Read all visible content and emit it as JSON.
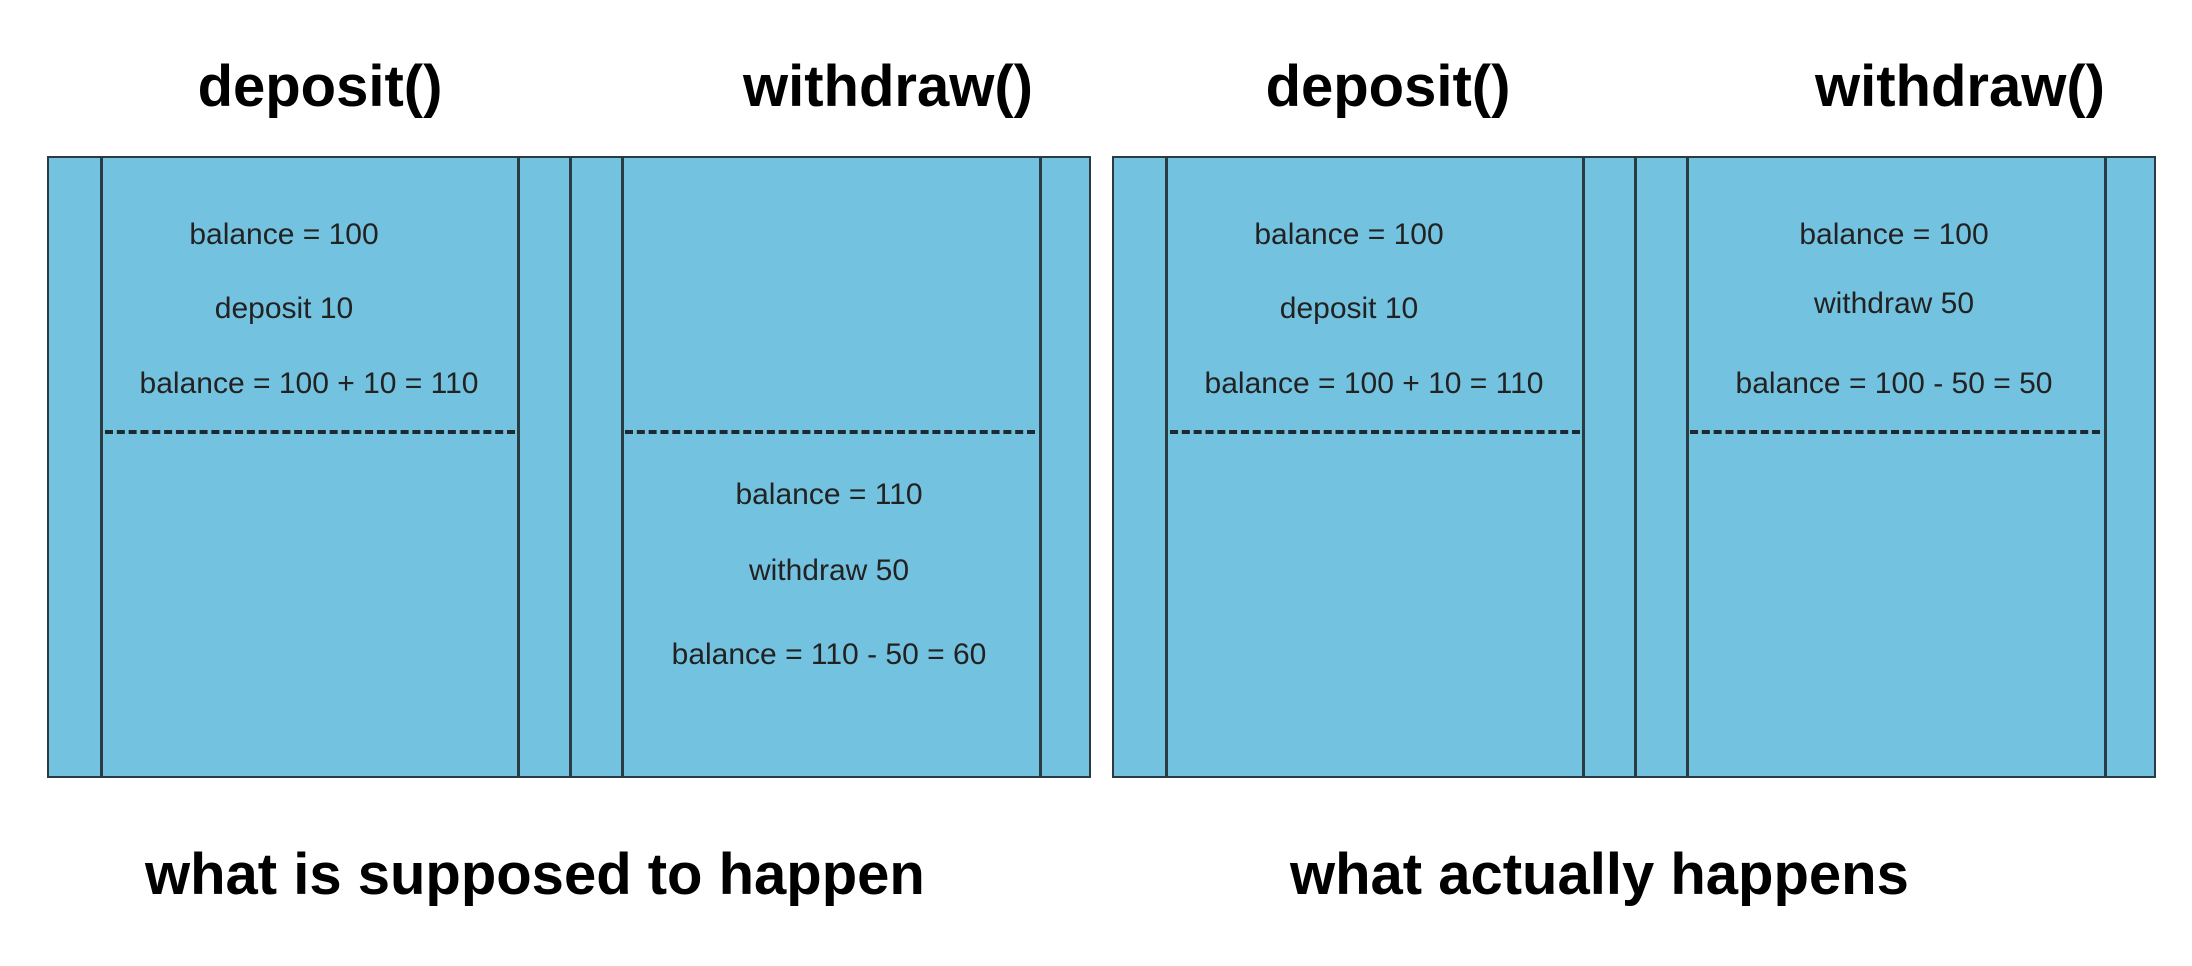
{
  "headings": {
    "scenario1_deposit": "deposit()",
    "scenario1_withdraw": "withdraw()",
    "scenario2_deposit": "deposit()",
    "scenario2_withdraw": "withdraw()"
  },
  "captions": {
    "scenario1": "what is supposed to happen",
    "scenario2": "what actually happens"
  },
  "scenario1": {
    "deposit_lines": [
      "balance = 100",
      "deposit 10",
      "balance = 100 + 10 = 110"
    ],
    "withdraw_lines": [
      "balance = 110",
      "withdraw 50",
      "balance = 110 - 50 = 60"
    ]
  },
  "scenario2": {
    "deposit_lines": [
      "balance = 100",
      "deposit 10",
      "balance = 100 + 10 = 110"
    ],
    "withdraw_lines": [
      "balance = 100",
      "withdraw 50",
      "balance = 100 - 50 = 50"
    ]
  }
}
